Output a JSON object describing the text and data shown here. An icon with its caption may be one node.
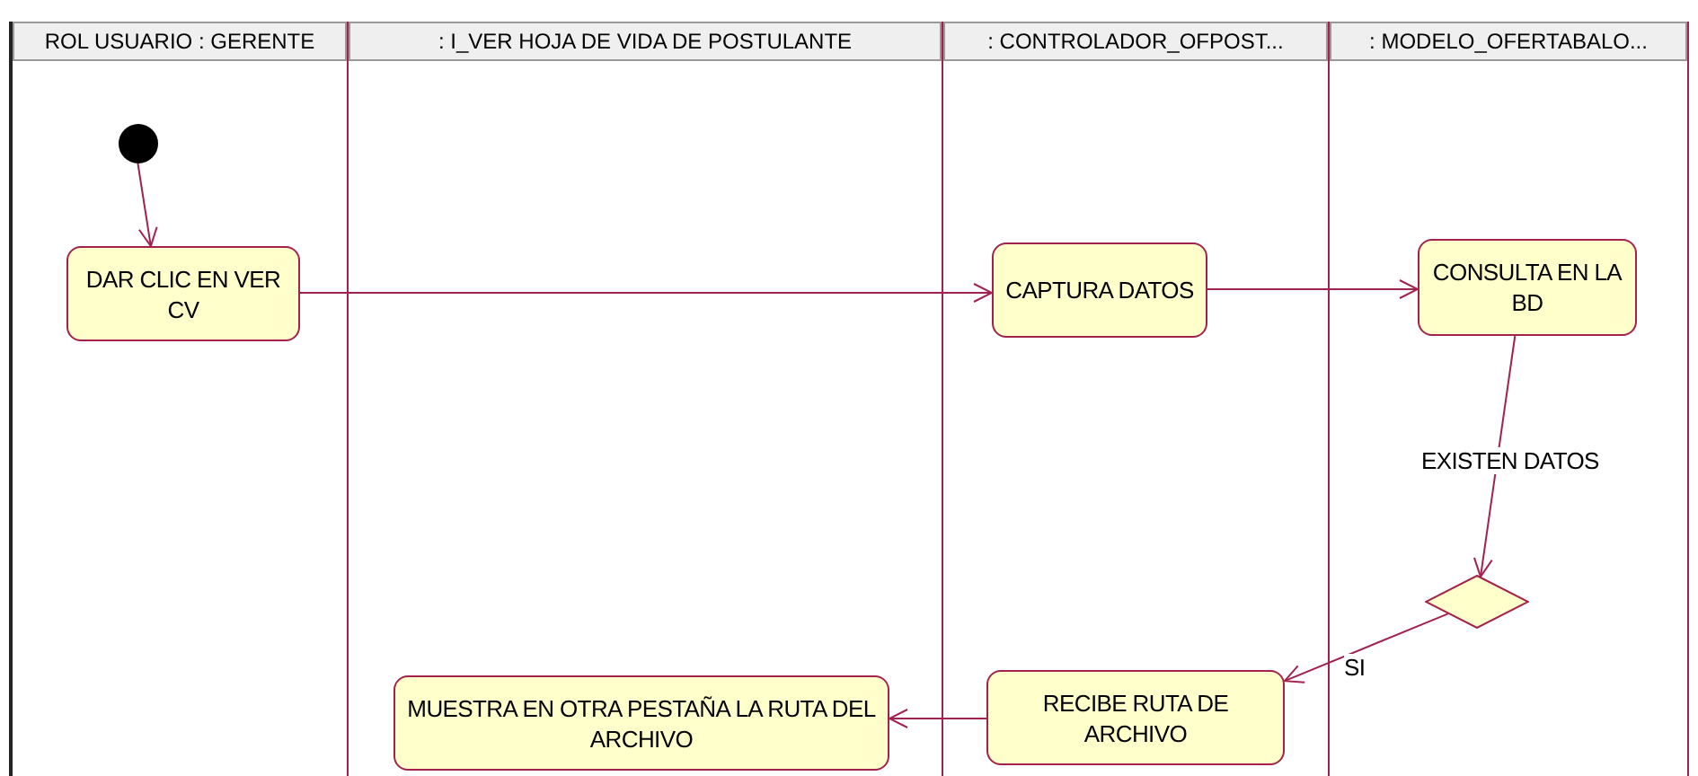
{
  "diagram": {
    "nodes": [
      {
        "text": [
          "ROL USUARIO : GERENTE"
        ]
      },
      {
        "text": [
          ": I_VER HOJA DE VIDA DE POSTULANTE"
        ]
      },
      {
        "text": [
          ": CONTROLADOR_OFPOST..."
        ]
      },
      {
        "text": [
          ": MODELO_OFERTABALO..."
        ]
      },
      {
        "text": [],
        "shape": "circle",
        "in": 0
      },
      {
        "text": [
          "DAR CLIC EN VER CV"
        ],
        "in": 0
      },
      {
        "text": [
          "CAPTURA DATOS"
        ],
        "in": 2
      },
      {
        "text": [
          "CONSULTA EN LA BD"
        ],
        "in": 3
      },
      {
        "text": [],
        "shape": "diamond",
        "in": 3
      },
      {
        "text": [
          "RECIBE RUTA DE ARCHIVO"
        ],
        "in": 2
      },
      {
        "text": [
          "MUESTRA EN OTRA PESTAÑA LA RUTA DEL ARCHIVO"
        ],
        "in": 1
      }
    ],
    "edges": [
      {
        "from": 4,
        "to": 5,
        "arrow": "to"
      },
      {
        "from": 5,
        "to": 6,
        "arrow": "to"
      },
      {
        "from": 6,
        "to": 7,
        "arrow": "to"
      },
      {
        "from": 7,
        "to": 8,
        "arrow": "to",
        "label": "EXISTEN DATOS"
      },
      {
        "from": 8,
        "to": 9,
        "arrow": "to",
        "label": "SI"
      },
      {
        "from": 9,
        "to": 10,
        "arrow": "to"
      }
    ]
  }
}
